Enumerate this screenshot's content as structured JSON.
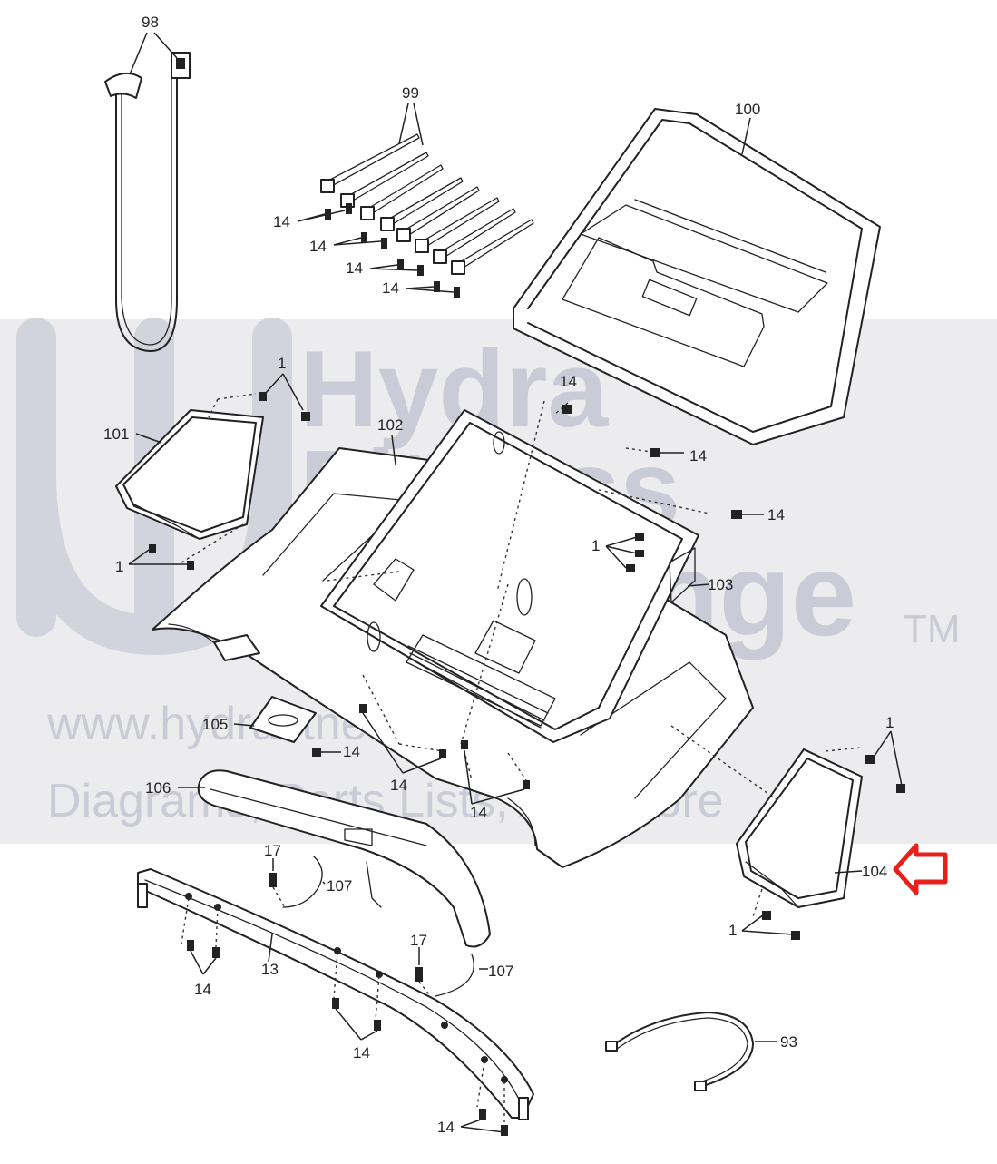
{
  "watermark": {
    "brand_line1": "Hydra",
    "brand_line2": "Fitness",
    "brand_line3": "Exchange",
    "trademark": "TM",
    "url": "www.hydrafitnessexchange.com",
    "tagline": "Diagrams, Parts Lists, And More"
  },
  "highlight": {
    "part": "104",
    "arrow_color": "#e8201c"
  },
  "colors": {
    "band": "#ececee",
    "watermark": "#c9cbd6",
    "line": "#222222"
  },
  "labels": {
    "p98": "98",
    "p99": "99",
    "p100": "100",
    "p101": "101",
    "p102": "102",
    "p103": "103",
    "p104": "104",
    "p105": "105",
    "p106": "106",
    "p107a": "107",
    "p107b": "107",
    "p13": "13",
    "p93": "93",
    "p17a": "17",
    "p17b": "17",
    "p1a": "1",
    "p1b": "1",
    "p1c": "1",
    "p1d": "1",
    "p1e": "1",
    "p14a": "14",
    "p14b": "14",
    "p14c": "14",
    "p14d": "14",
    "p14e": "14",
    "p14f": "14",
    "p14g": "14",
    "p14h": "14",
    "p14i": "14",
    "p14j": "14",
    "p14k": "14",
    "p14l": "14",
    "p14m": "14"
  }
}
